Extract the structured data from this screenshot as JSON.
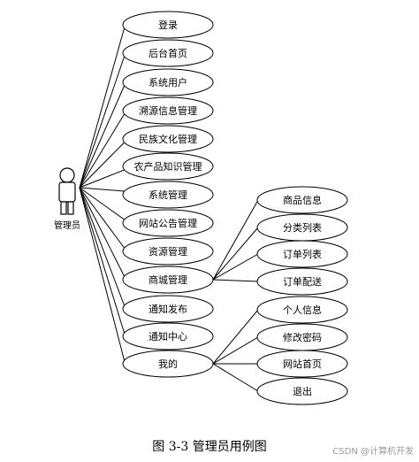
{
  "actor": {
    "label": "管理员"
  },
  "use_cases": [
    {
      "id": "login",
      "label": "登录"
    },
    {
      "id": "backend-home",
      "label": "后台首页"
    },
    {
      "id": "system-users",
      "label": "系统用户"
    },
    {
      "id": "traceability",
      "label": "溯源信息管理"
    },
    {
      "id": "ethnic-culture",
      "label": "民族文化管理"
    },
    {
      "id": "agri-knowledge",
      "label": "农产品知识管理"
    },
    {
      "id": "system-management",
      "label": "系统管理"
    },
    {
      "id": "site-announcement",
      "label": "网站公告管理"
    },
    {
      "id": "resources",
      "label": "资源管理"
    },
    {
      "id": "mall",
      "label": "商城管理"
    },
    {
      "id": "notice-publish",
      "label": "通知发布"
    },
    {
      "id": "notice-center",
      "label": "通知中心"
    },
    {
      "id": "mine",
      "label": "我的"
    }
  ],
  "sub_use_cases": [
    {
      "id": "product-info",
      "label": "商品信息",
      "parent": "mall"
    },
    {
      "id": "category-list",
      "label": "分类列表",
      "parent": "mall"
    },
    {
      "id": "order-list",
      "label": "订单列表",
      "parent": "mall"
    },
    {
      "id": "order-delivery",
      "label": "订单配送",
      "parent": "mall"
    },
    {
      "id": "personal-info",
      "label": "个人信息",
      "parent": "mine"
    },
    {
      "id": "change-password",
      "label": "修改密码",
      "parent": "mine"
    },
    {
      "id": "site-home",
      "label": "网站首页",
      "parent": "mine"
    },
    {
      "id": "logout",
      "label": "退出",
      "parent": "mine"
    }
  ],
  "caption": "图 3-3 管理员用例图",
  "watermark": "CSDN @计算机开发"
}
